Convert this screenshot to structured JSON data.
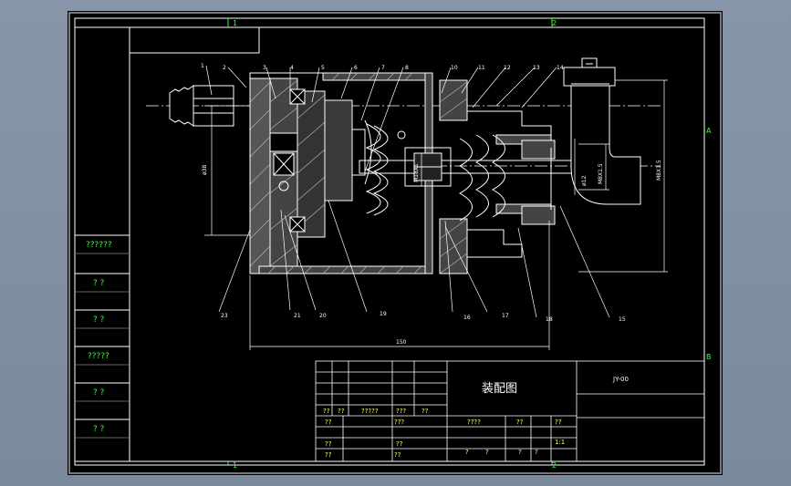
{
  "drawing": {
    "border_marks": {
      "top_1": "1",
      "top_2": "2",
      "bottom_1": "1",
      "bottom_2": "2",
      "right_a": "A",
      "right_b": "B"
    },
    "part_numbers": [
      "1",
      "2",
      "3",
      "4",
      "5",
      "6",
      "7",
      "8",
      "10",
      "11",
      "12",
      "13",
      "14",
      "15",
      "16",
      "17",
      "18",
      "19",
      "20",
      "21",
      "23"
    ],
    "dimensions": {
      "overall_length": "150",
      "left_height": "ø38",
      "right_height": "M8X1.5",
      "shaft_a": "M18X1",
      "shaft_b": "ø12",
      "shaft_c": "M8X1.5",
      "tall": "M8X1.5"
    },
    "left_table": [
      "??????",
      "? ?",
      "? ?",
      "?????",
      "? ?",
      "? ?"
    ],
    "title_block": {
      "title": "装配图",
      "code": "JY-00",
      "row1": [
        "??",
        "??",
        "?????",
        "???",
        "??"
      ],
      "row2": [
        "??",
        "???"
      ],
      "row3": [
        "??",
        "??"
      ],
      "row4": [
        "??",
        "??"
      ],
      "right_row": [
        "????",
        "??",
        "??"
      ],
      "scale": "1:1",
      "right_row2": [
        "?",
        "?",
        "?",
        "?"
      ]
    }
  }
}
